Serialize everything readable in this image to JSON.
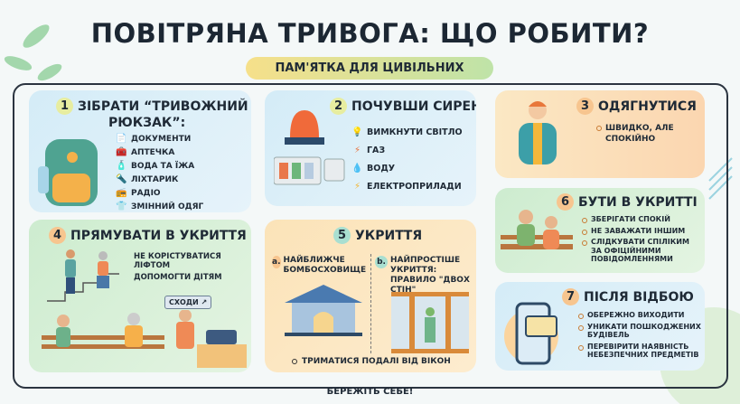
{
  "title": "ПОВІТРЯНА ТРИВОГА: ЩО РОБИТИ?",
  "subtitle": "ПАМ'ЯТКА ДЛЯ ЦИВІЛЬНИХ",
  "colors": {
    "blue_card": "#d4ecf7",
    "green_card": "#cdeccf",
    "peach_card": "#fbe3b8",
    "frame": "#2b3440"
  },
  "step1": {
    "num": "1",
    "title_line1": "ЗІБРАТИ “ТРИВОЖНИЙ",
    "title_line2": "РЮКЗАК”:",
    "items": [
      {
        "icon": "document-icon",
        "label": "ДОКУМЕНТИ"
      },
      {
        "icon": "first-aid-icon",
        "label": "АПТЕЧКА"
      },
      {
        "icon": "water-bottle-icon",
        "label": "ВОДА ТА ЇЖА"
      },
      {
        "icon": "flashlight-icon",
        "label": "ЛІХТАРИК"
      },
      {
        "icon": "radio-icon",
        "label": "РАДІО"
      },
      {
        "icon": "tshirt-icon",
        "label": "ЗМІННИЙ ОДЯГ"
      }
    ]
  },
  "step2": {
    "num": "2",
    "title": "ПОЧУВШИ СИРЕНУ",
    "items": [
      {
        "icon": "lightbulb-icon",
        "label": "ВИМКНУТИ СВІТЛО"
      },
      {
        "icon": "gas-icon",
        "label": "ГАЗ"
      },
      {
        "icon": "water-drop-icon",
        "label": "ВОДУ"
      },
      {
        "icon": "lightning-icon",
        "label": "ЕЛЕКТРОПРИЛАДИ"
      }
    ]
  },
  "step3": {
    "num": "3",
    "title": "ОДЯГНУТИСЯ",
    "items": [
      "ШВИДКО, АЛЕ СПОКІЙНО"
    ]
  },
  "step4": {
    "num": "4",
    "title": "ПРЯМУВАТИ В УКРИТТЯ",
    "items": [
      "НЕ КОРІСТУВАТИСЯ ЛІФТОМ",
      "ДОПОМОГТИ ДІТЯМ"
    ],
    "sign": "СХОДИ ↗"
  },
  "step5": {
    "num": "5",
    "title": "УКРИТТЯ",
    "a_marker": "a.",
    "a_text": "НАЙБЛИЖЧЕ БОМБОСХОВИЩЕ",
    "b_marker": "b.",
    "b_text": "НАЙПРОСТІШЕ УКРИТТЯ: ПРАВИЛО \"ДВОХ СТІН\"",
    "note": "ТРИМАТИСЯ ПОДАЛІ ВІД ВІКОН"
  },
  "step6": {
    "num": "6",
    "title": "БУТИ В УКРИТТІ",
    "items": [
      "ЗБЕРІГАТИ СПОКІЙ",
      "НЕ ЗАВАЖАТИ ІНШИМ",
      "СЛІДКУВАТИ СПІЛІКИМ ЗА ОФІЦІЙНИМИ ПОВІДОМЛЕННЯМИ"
    ]
  },
  "step7": {
    "num": "7",
    "title": "ПІСЛЯ ВІДБОЮ",
    "items": [
      "ОБЕРЕЖНО ВИХОДИТИ",
      "УНИКАТИ ПОШКОДЖЕНИХ БУДІВЕЛЬ",
      "ПЕРЕВІРИТИ НАЯВНІСТЬ НЕБЕЗПЕЧНИХ ПРЕДМЕТІВ"
    ]
  },
  "footer": "БЕРЕЖІТЬ СЕБЕ!"
}
